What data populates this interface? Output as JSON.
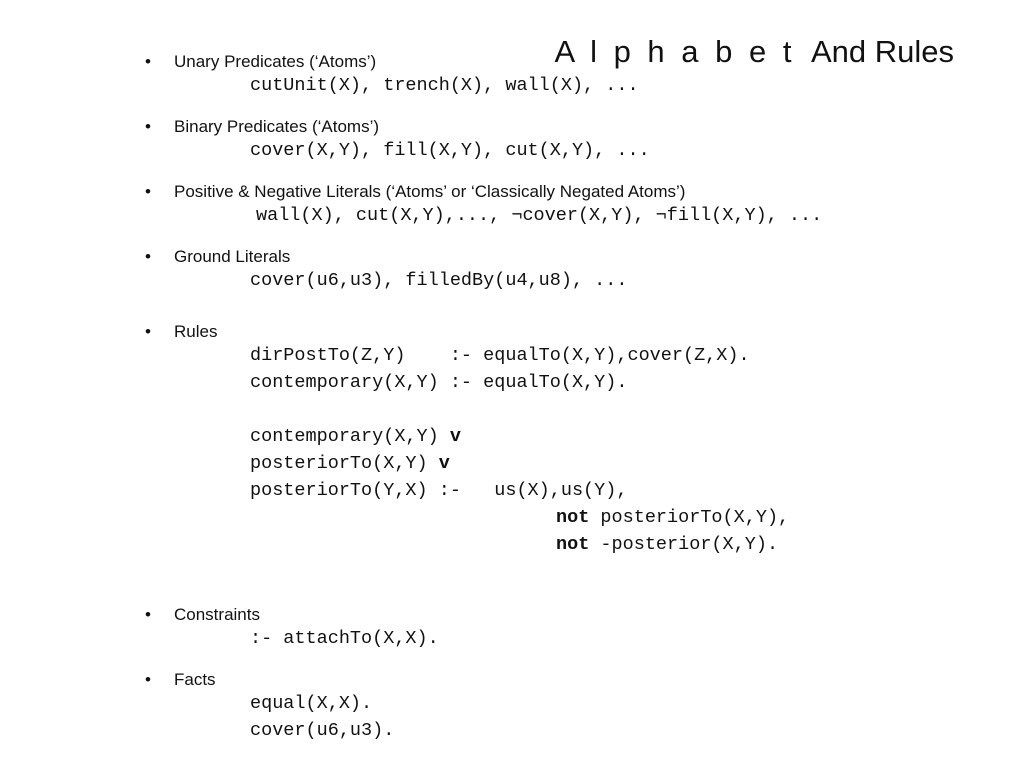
{
  "slide": {
    "title_part1": "A l p h a b e t",
    "title_part2": "  And Rules",
    "sections": [
      {
        "heading": "Unary Predicates (‘Atoms’)",
        "lines": [
          "cutUnit(X), trench(X), wall(X), ..."
        ]
      },
      {
        "heading": "Binary Predicates (‘Atoms’)",
        "lines": [
          "cover(X,Y), fill(X,Y), cut(X,Y), ..."
        ]
      },
      {
        "heading": "Positive & Negative Literals (‘Atoms’ or ‘Classically Negated Atoms’)",
        "lines": [
          "wall(X), cut(X,Y),..., ¬cover(X,Y), ¬fill(X,Y), ..."
        ]
      },
      {
        "heading": "Ground Literals",
        "lines": [
          "cover(u6,u3), filledBy(u4,u8), ..."
        ]
      },
      {
        "heading": "Rules",
        "rule1": "dirPostTo(Z,Y)    :- equalTo(X,Y),cover(Z,X).",
        "rule2": "contemporary(X,Y) :- equalTo(X,Y).",
        "rule3_head": "contemporary(X,Y) ",
        "rule4_head": "posteriorTo(X,Y) ",
        "disjunction": "v",
        "rule5": "posteriorTo(Y,X) :-   us(X),us(Y),",
        "not_kw": "not",
        "rule6_tail": " posteriorTo(X,Y),",
        "rule7_tail": " -posterior(X,Y)."
      },
      {
        "heading": "Constraints",
        "lines": [
          ":- attachTo(X,X)."
        ]
      },
      {
        "heading": "Facts",
        "lines": [
          "equal(X,X).",
          "cover(u6,u3)."
        ]
      }
    ]
  }
}
